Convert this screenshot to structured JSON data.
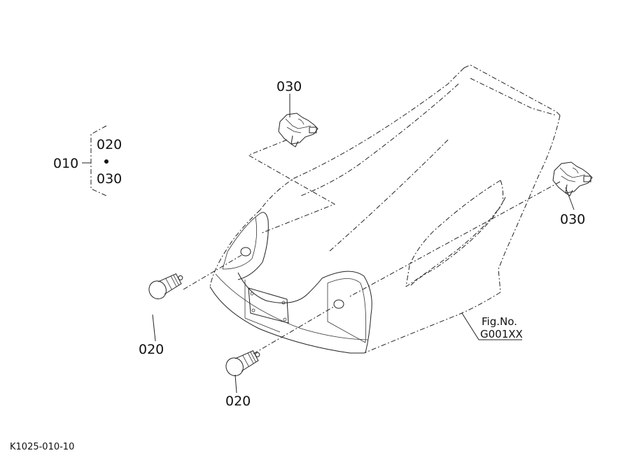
{
  "labels": {
    "assembly": "010",
    "group_bulb": "020",
    "group_socket": "030",
    "socket_top": "030",
    "socket_right": "030",
    "bulb_left": "020",
    "bulb_bottom": "020"
  },
  "fig": {
    "label": "Fig.No.",
    "number": "G001XX"
  },
  "part_code": "K1025-010-10"
}
